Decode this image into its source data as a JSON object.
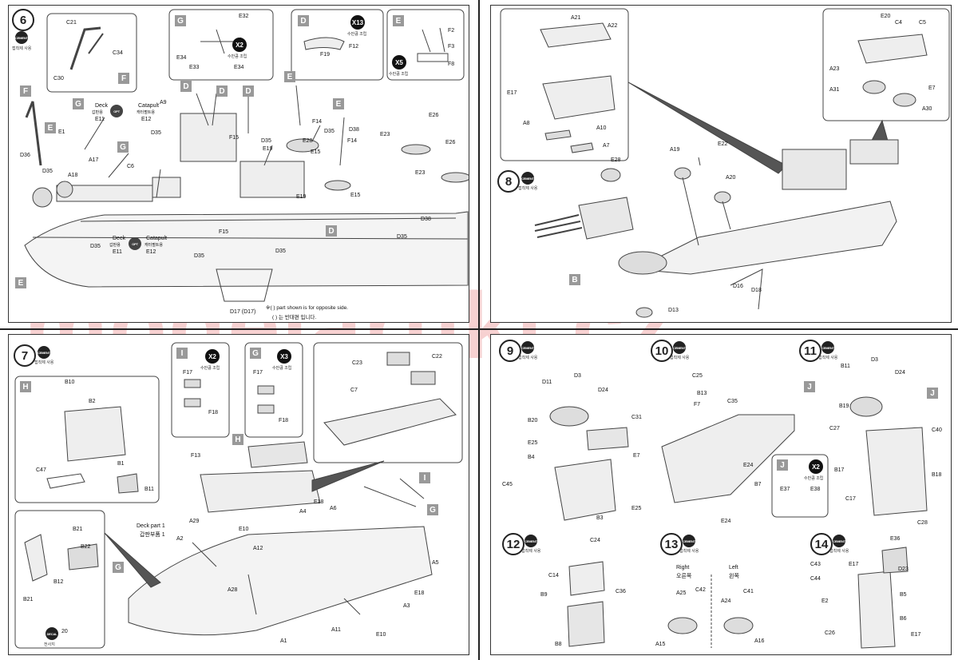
{
  "watermark": "modelartiki.cz",
  "cement_text": "CEMENT",
  "cement_label": "접착제 사용",
  "decal_text": "DECAL",
  "decal_label": "전사지",
  "assembly_label": "수만큼 조립",
  "step6": {
    "number": "6",
    "subs": {
      "G": "G",
      "D": "D",
      "E": "E",
      "F": "F",
      "X2": "X2",
      "X13": "X13",
      "X5": "X5"
    },
    "labels": {
      "C21": "C21",
      "C34": "C34",
      "C30": "C30",
      "E32": "E32",
      "E34a": "E34",
      "E33": "E33",
      "E34b": "E34",
      "F12": "F12",
      "F19": "F19",
      "F2": "F2",
      "F3": "F3",
      "F8": "F8",
      "A9": "A9",
      "D35a": "D35",
      "D35b": "D35",
      "D35c": "D35",
      "D35d": "D35",
      "D35e": "D35",
      "D35f": "D35",
      "D35g": "D35",
      "D36": "D36",
      "E1": "E1",
      "A17": "A17",
      "A18": "A18",
      "C6": "C6",
      "F14": "F14",
      "E28": "E28",
      "E15a": "E15",
      "E15b": "E15",
      "E19a": "E19",
      "E19b": "E19",
      "D38a": "D38",
      "D38b": "D38",
      "E23a": "E23",
      "E23b": "E23",
      "E26a": "E26",
      "E26b": "E26",
      "F15a": "F15",
      "F15b": "F15",
      "D17": "D17 (D17)",
      "deck1": "Deck",
      "deck1k": "갑판용",
      "e11a": "E11",
      "cat1": "Catapult",
      "cat1k": "캐터펄트용",
      "e12a": "E12",
      "deck2": "Deck",
      "deck2k": "갑판용",
      "e11b": "E11",
      "cat2": "Catapult",
      "cat2k": "캐터펄트용",
      "e12b": "E12",
      "opt": "OPT",
      "optk": "선택"
    },
    "note_en": "※(   ) part shown is for opposite side.",
    "note_kr": "(   ) 는 반대편 입니다."
  },
  "step7": {
    "number": "7",
    "subs": {
      "H": "H",
      "I": "I",
      "G": "G",
      "X2": "X2",
      "X3": "X3"
    },
    "labels": {
      "B10": "B10",
      "B2": "B2",
      "B1": "B1",
      "C47": "C47",
      "B11": "B11",
      "B21a": "B21",
      "B22": "B22",
      "B12": "B12",
      "B21b": "B21",
      "decal20": "20",
      "F17a": "F17",
      "F18a": "F18",
      "F17b": "F17",
      "F18b": "F18",
      "C23": "C23",
      "C22": "C22",
      "C7": "C7",
      "F13": "F13",
      "A29": "A29",
      "E10a": "E10",
      "A12": "A12",
      "A4": "A4",
      "E18a": "E18",
      "A6": "A6",
      "A2": "A2",
      "A28": "A28",
      "A5": "A5",
      "E18b": "E18",
      "A3": "A3",
      "E10b": "E10",
      "A11": "A11",
      "A1": "A1",
      "deckpart": "Deck part 1",
      "deckpartk": "갑판부품 1"
    }
  },
  "step8": {
    "number": "8",
    "subs": {
      "B": "B"
    },
    "labels": {
      "A21": "A21",
      "A22": "A22",
      "E17": "E17",
      "A10": "A10",
      "A8": "A8",
      "A7": "A7",
      "E20": "E20",
      "C4": "C4",
      "C5": "C5",
      "A23": "A23",
      "E7": "E7",
      "A31": "A31",
      "A30": "A30",
      "E28": "E28",
      "A19": "A19",
      "E22": "E22",
      "A20": "A20",
      "D16": "D16",
      "D18": "D18",
      "D13": "D13"
    }
  },
  "step9": {
    "number": "9",
    "labels": {
      "D11": "D11",
      "D3": "D3",
      "D24": "D24",
      "B20": "B20",
      "C31": "C31",
      "E25a": "E25",
      "B4": "B4",
      "E7": "E7",
      "C45": "C45",
      "B3": "B3",
      "E25b": "E25"
    }
  },
  "step10": {
    "number": "10",
    "subs": {
      "J": "J",
      "J2": "J",
      "X2": "X2"
    },
    "labels": {
      "C25": "C25",
      "B13": "B13",
      "F7": "F7",
      "C35": "C35",
      "E24a": "E24",
      "B7": "B7",
      "E24b": "E24",
      "E37": "E37",
      "E38": "E38"
    }
  },
  "step11": {
    "number": "11",
    "subs": {
      "J": "J"
    },
    "labels": {
      "B11": "B11",
      "D3": "D3",
      "D24": "D24",
      "B19": "B19",
      "C27": "C27",
      "C40": "C40",
      "B17": "B17",
      "B18": "B18",
      "C17": "C17",
      "C28": "C28"
    }
  },
  "step12": {
    "number": "12",
    "labels": {
      "C24": "C24",
      "C14": "C14",
      "B9": "B9",
      "C36": "C36",
      "B8": "B8"
    }
  },
  "step13": {
    "number": "13",
    "right": "Right",
    "rightk": "오른쪽",
    "left": "Left",
    "leftk": "왼쪽",
    "labels": {
      "A25": "A25",
      "C42": "C42",
      "A15": "A15",
      "A24": "A24",
      "C41": "C41",
      "A16": "A16"
    }
  },
  "step14": {
    "number": "14",
    "labels": {
      "E36": "E36",
      "C43": "C43",
      "E17a": "E17",
      "D23": "D23",
      "C44": "C44",
      "B5": "B5",
      "E2": "E2",
      "B6": "B6",
      "C26": "C26",
      "E17b": "E17"
    }
  }
}
